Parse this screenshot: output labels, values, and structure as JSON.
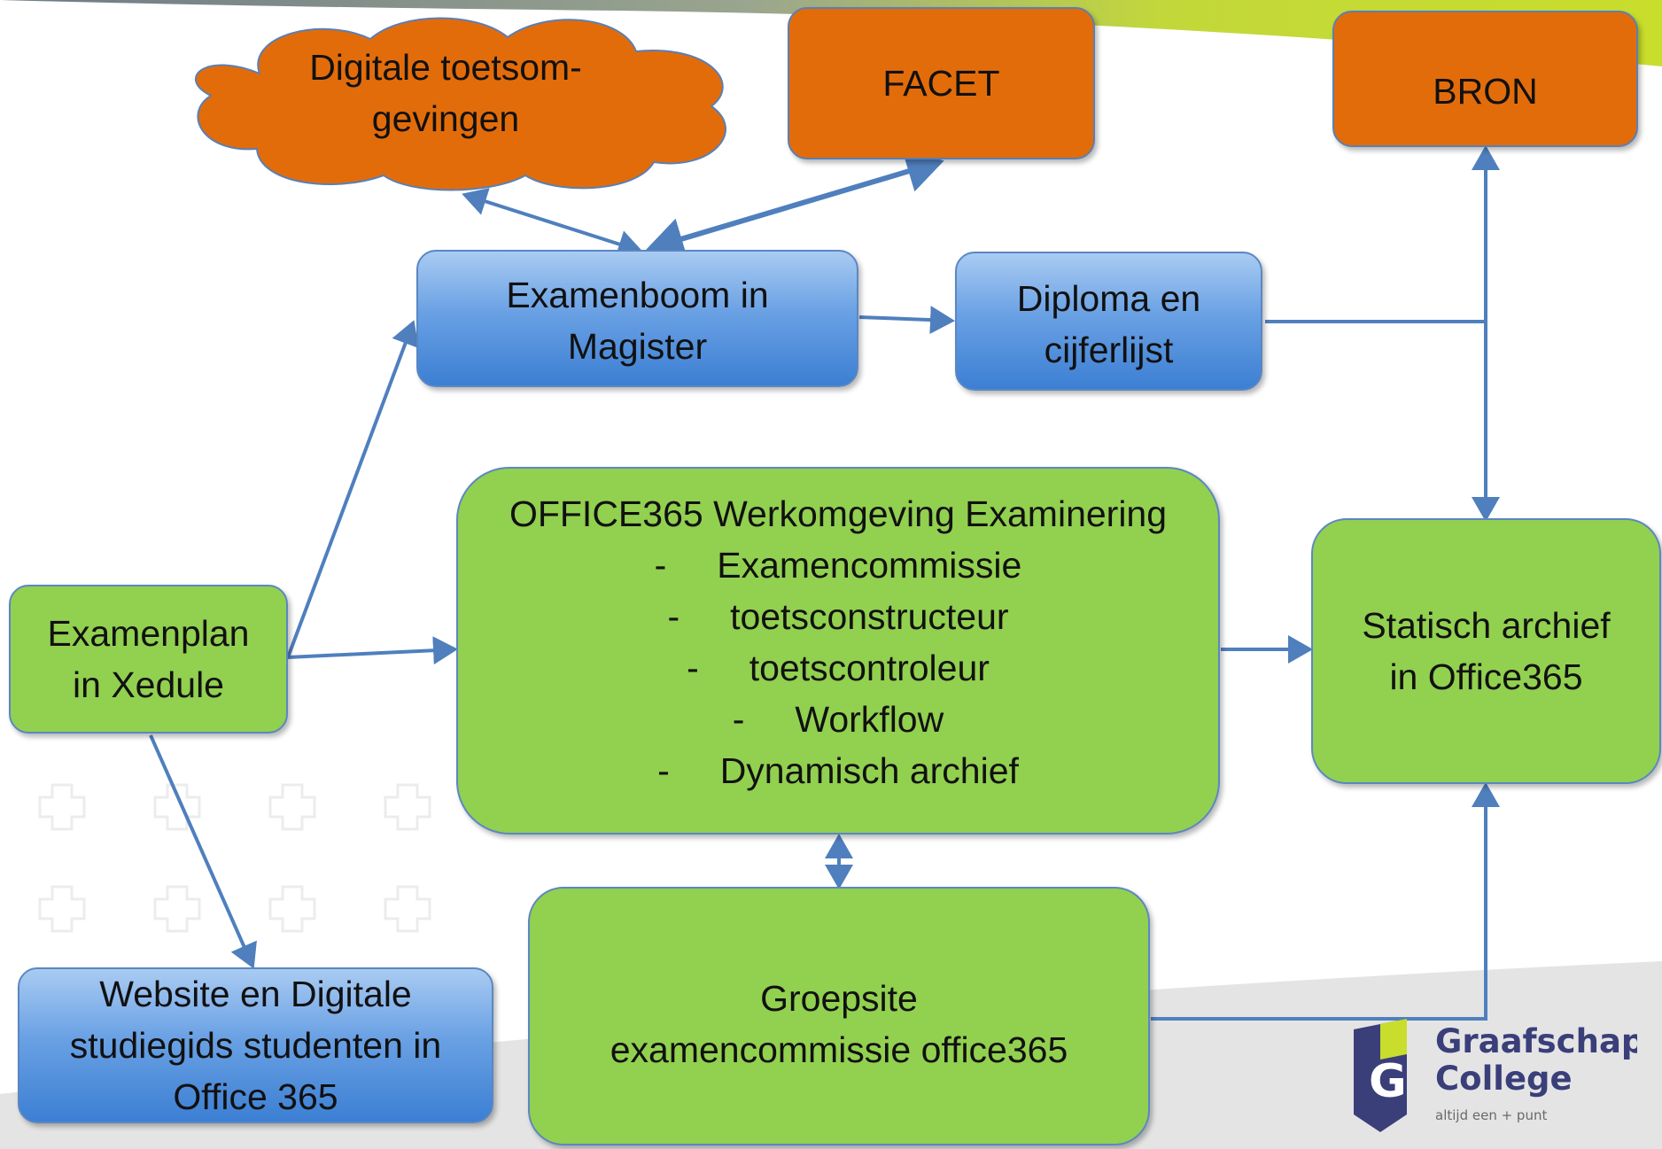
{
  "nodes": {
    "digitale": {
      "lines": [
        "Digitale toetsom-",
        "gevingen"
      ]
    },
    "facet": {
      "lines": [
        "FACET"
      ]
    },
    "bron": {
      "lines": [
        "BRON"
      ]
    },
    "examenboom": {
      "lines": [
        "Examenboom in",
        "Magister"
      ]
    },
    "diploma": {
      "lines": [
        "Diploma en",
        "cijferlijst"
      ]
    },
    "office365": {
      "title": "OFFICE365 Werkomgeving Examinering",
      "items": [
        "Examencommissie",
        "toetsconstructeur",
        "toetscontroleur",
        "Workflow",
        "Dynamisch archief"
      ],
      "bullet": "-"
    },
    "examenplan": {
      "lines": [
        "Examenplan",
        "in Xedule"
      ]
    },
    "statisch": {
      "lines": [
        "Statisch archief",
        "in Office365"
      ]
    },
    "groepsite": {
      "lines": [
        "Groepsite",
        "examencommissie office365"
      ]
    },
    "website": {
      "lines": [
        "Website en Digitale",
        "studiegids studenten in",
        "Office 365"
      ]
    }
  },
  "logo": {
    "name_line1": "Graafschap",
    "name_line2": "College",
    "tagline": "altijd een + punt",
    "mark_letter": "G"
  },
  "colors": {
    "orange": "#e36c0a",
    "green": "#92d050",
    "blue": "#4f8fdb",
    "edge": "#4f7fbd",
    "logo": "#3a3f7a"
  }
}
